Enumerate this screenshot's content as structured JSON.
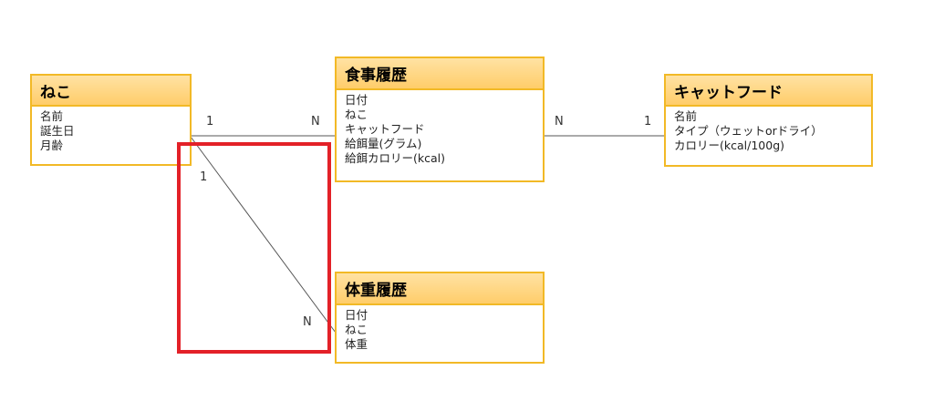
{
  "entities": {
    "neko": {
      "title": "ねこ",
      "attributes": [
        "名前",
        "誕生日",
        "月齢"
      ]
    },
    "meal_history": {
      "title": "食事履歴",
      "attributes": [
        "日付",
        "ねこ",
        "キャットフード",
        "給餌量(グラム)",
        "給餌カロリー(kcal)"
      ]
    },
    "cat_food": {
      "title": "キャットフード",
      "attributes": [
        "名前",
        "タイプ（ウェットorドライ）",
        "カロリー(kcal/100g)"
      ]
    },
    "weight_history": {
      "title": "体重履歴",
      "attributes": [
        "日付",
        "ねこ",
        "体重"
      ]
    }
  },
  "relations": {
    "neko_meal": {
      "from_card": "1",
      "to_card": "N"
    },
    "meal_food": {
      "from_card": "N",
      "to_card": "1"
    },
    "neko_weight": {
      "from_card": "1",
      "to_card": "N"
    }
  },
  "colors": {
    "entity_border": "#f2b926",
    "header_fill": "#ffcd6a",
    "connector": "#555555",
    "highlight": "#e32128"
  }
}
